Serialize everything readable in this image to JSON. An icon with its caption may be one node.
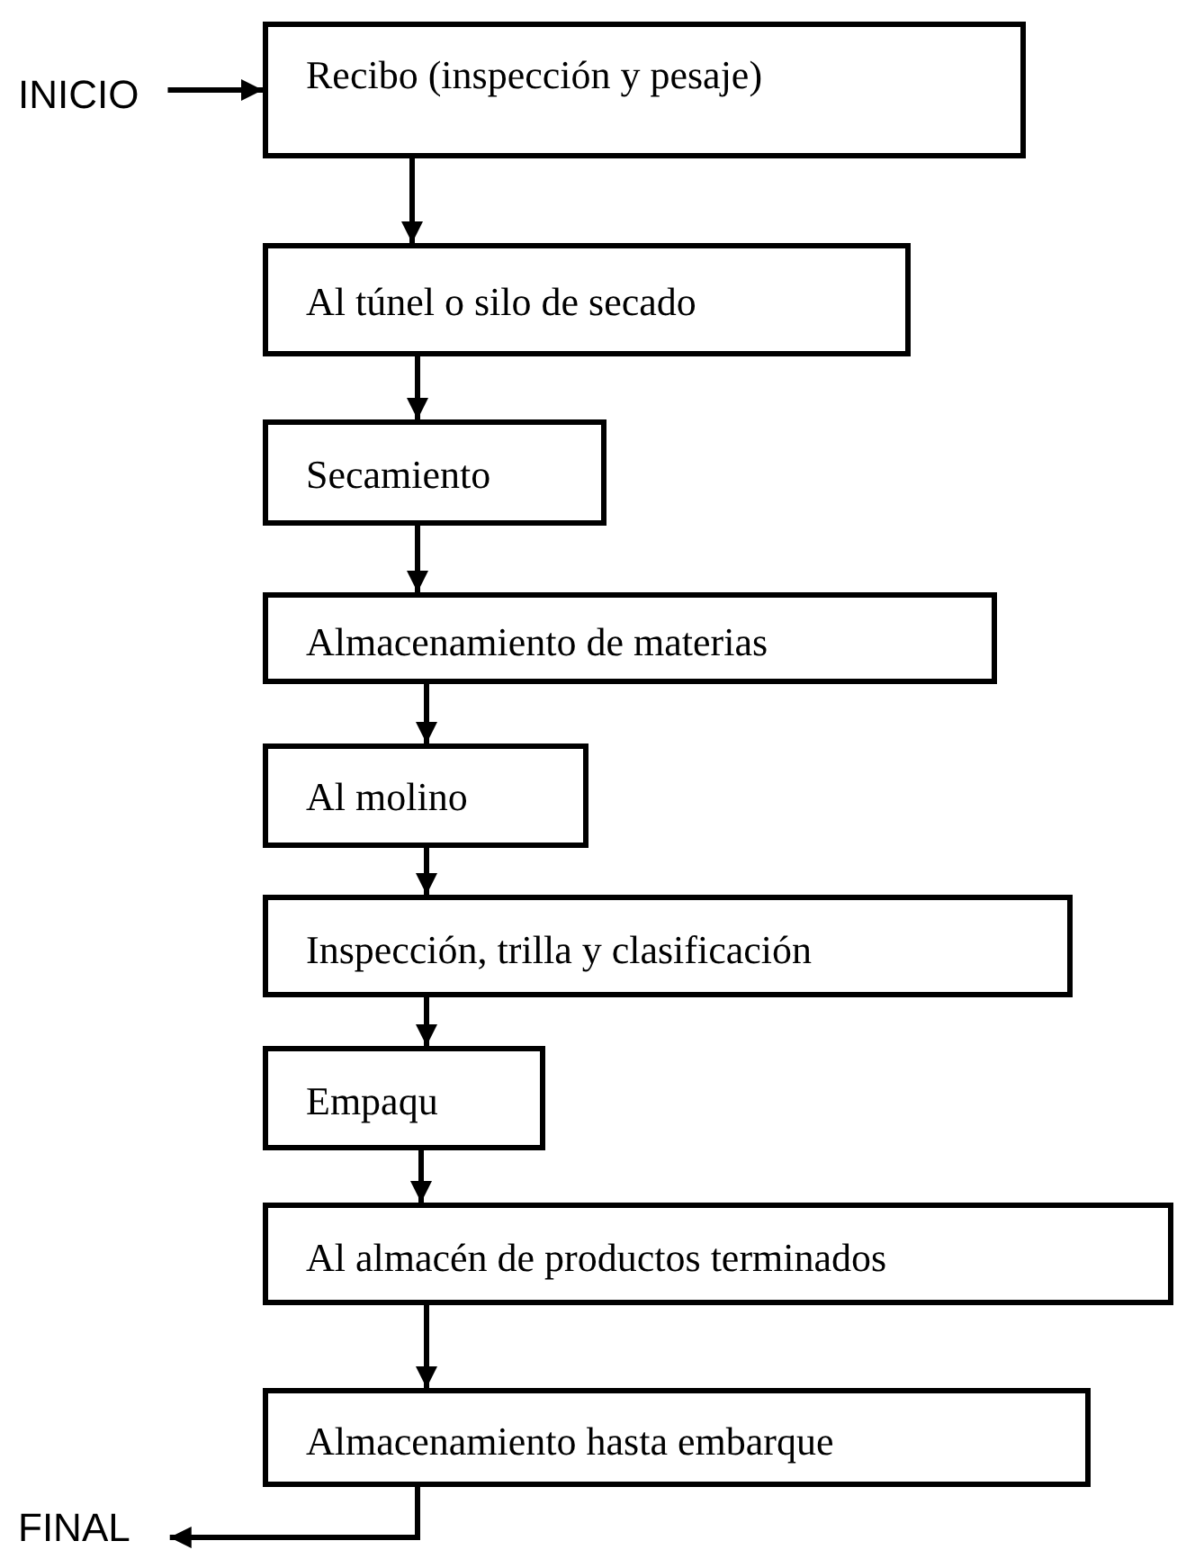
{
  "diagram": {
    "nodes": [
      {
        "text": [
          "INICIO"
        ]
      },
      {
        "text": [
          "Recibo (inspección y pesaje)"
        ]
      },
      {
        "text": [
          "Al túnel o silo de secado"
        ]
      },
      {
        "text": [
          "Secamiento"
        ]
      },
      {
        "text": [
          "Almacenamiento de materias"
        ]
      },
      {
        "text": [
          "Al molino"
        ]
      },
      {
        "text": [
          "Inspección, trilla y clasificación"
        ]
      },
      {
        "text": [
          "Empaqu"
        ]
      },
      {
        "text": [
          "Al almacén de productos terminados"
        ]
      },
      {
        "text": [
          "Almacenamiento hasta embarque"
        ]
      },
      {
        "text": [
          "FINAL"
        ]
      }
    ],
    "edges": [
      {
        "from": 0,
        "to": 1,
        "arrow": "to"
      },
      {
        "from": 1,
        "to": 2,
        "arrow": "to"
      },
      {
        "from": 2,
        "to": 3,
        "arrow": "to"
      },
      {
        "from": 3,
        "to": 4,
        "arrow": "to"
      },
      {
        "from": 4,
        "to": 5,
        "arrow": "to"
      },
      {
        "from": 5,
        "to": 6,
        "arrow": "to"
      },
      {
        "from": 6,
        "to": 7,
        "arrow": "to"
      },
      {
        "from": 7,
        "to": 8,
        "arrow": "to"
      },
      {
        "from": 8,
        "to": 9,
        "arrow": "to"
      },
      {
        "from": 9,
        "to": 10,
        "arrow": "to"
      }
    ]
  }
}
